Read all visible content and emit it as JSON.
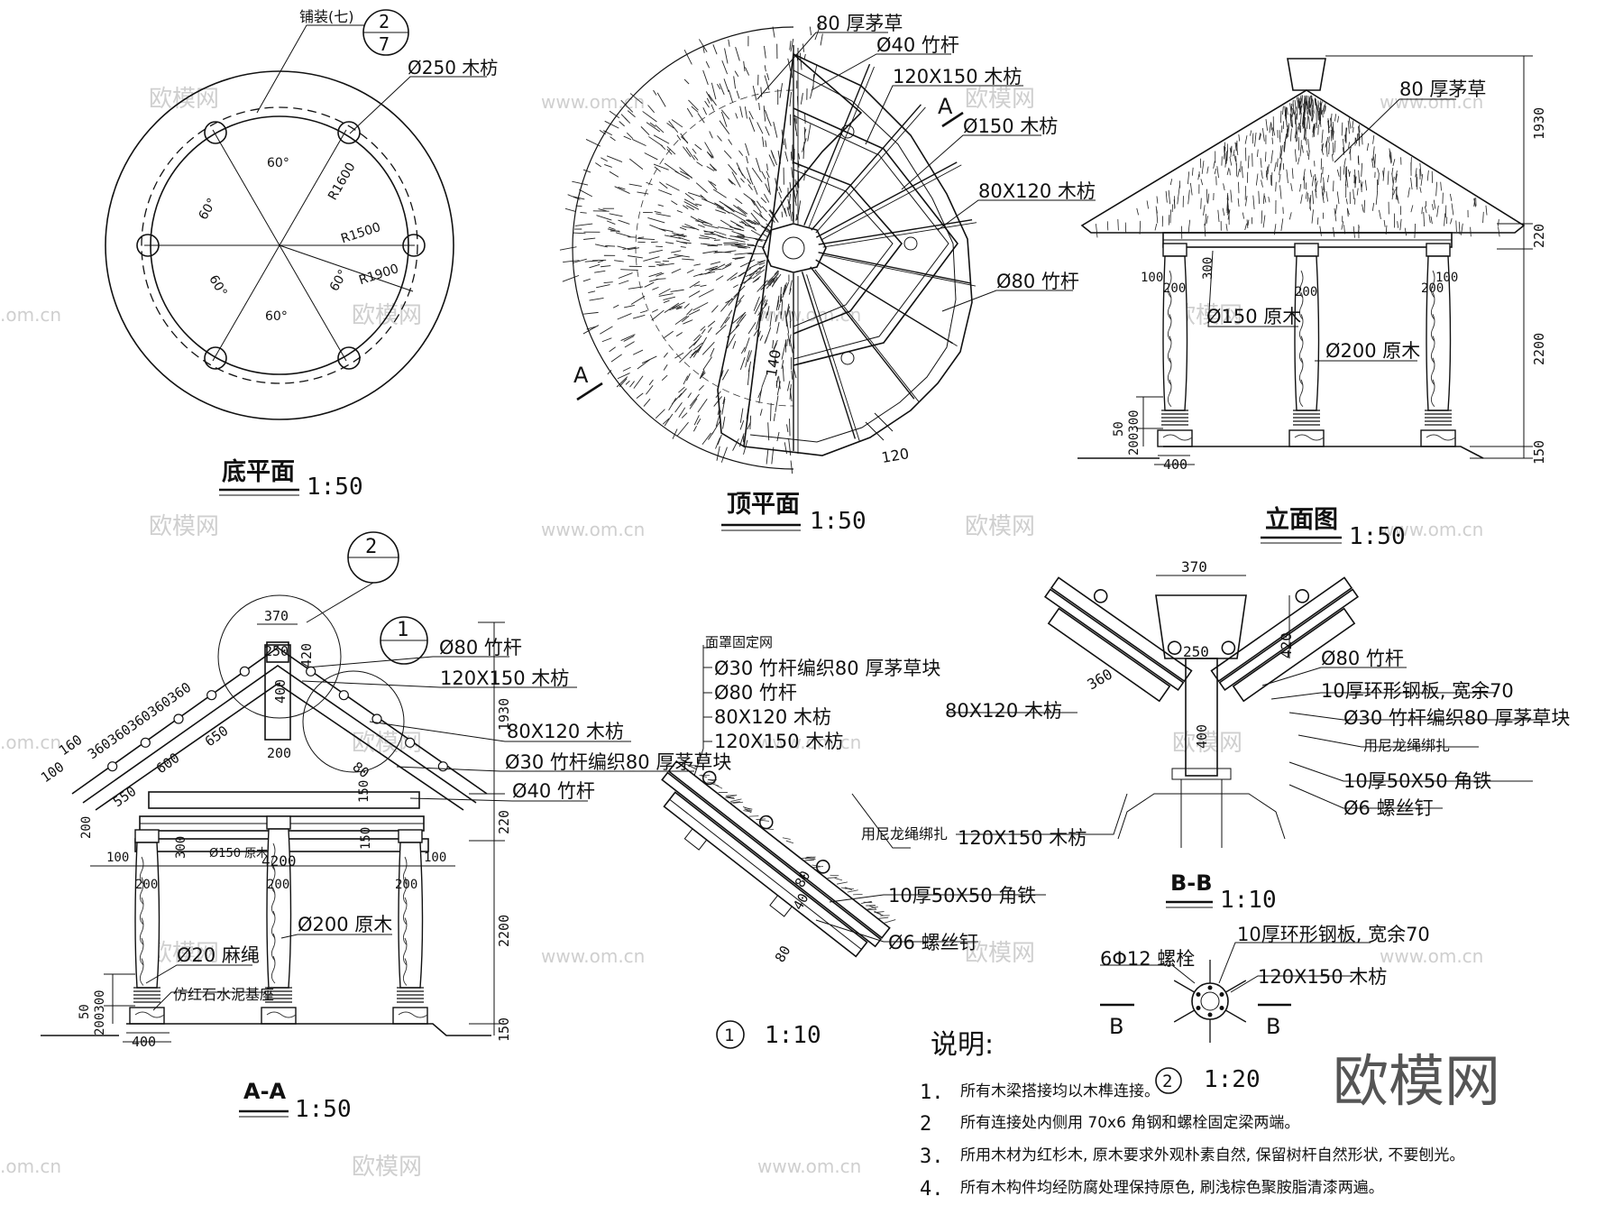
{
  "views": {
    "base_plan": {
      "title": "底平面",
      "scale": "1:50"
    },
    "roof_plan": {
      "title": "顶平面",
      "scale": "1:50"
    },
    "elevation": {
      "title": "立面图",
      "scale": "1:50"
    },
    "section_aa": {
      "title": "A-A",
      "scale": "1:50"
    },
    "detail1": {
      "num": "1",
      "scale": "1:10"
    },
    "section_bb": {
      "title": "B-B",
      "scale": "1:10"
    },
    "detail2": {
      "num": "2",
      "scale": "1:20"
    }
  },
  "base_plan": {
    "paving": "铺装(七)",
    "ref_num": "2",
    "ref_sheet": "7",
    "post": "Ø250 木枋",
    "angle": "60°",
    "r1600": "R1600",
    "r1500": "R1500",
    "r1900": "R1900"
  },
  "roof_plan": {
    "thatch": "80 厚茅草",
    "bamboo40": "Ø40 竹杆",
    "beam": "120X150 木枋",
    "cut": "A",
    "wood150": "Ø150 木枋",
    "beam80": "80X120 木枋",
    "bamboo80": "Ø80 竹杆",
    "dim120": "120",
    "dim140": "140"
  },
  "elevation": {
    "thatch": "80 厚茅草",
    "log150": "Ø150 原木",
    "log200": "Ø200 原木",
    "d1930": "1930",
    "d220": "220",
    "d2200": "2200",
    "d150": "150",
    "d100": "100",
    "d200": "200",
    "d300": "300",
    "d400": "400",
    "d50": "50",
    "d200300": "200300"
  },
  "section_aa": {
    "ref2": "2",
    "ref1": "1",
    "d370": "370",
    "d250": "250",
    "d420": "420",
    "spacing": "360360360360360",
    "d160": "160",
    "d100": "100",
    "d550": "550",
    "d600": "600",
    "d650": "650",
    "d200": "200",
    "d400": "400",
    "d80": "80",
    "d150": "150",
    "d300": "300",
    "d4200": "4200",
    "log150": "Ø150 原木",
    "bamboo80": "Ø80 竹杆",
    "beam120": "120X150 木枋",
    "beam80": "80X120 木枋",
    "weave": "Ø30 竹杆编织80 厚茅草块",
    "bamboo40": "Ø40 竹杆",
    "log200": "Ø200 原木",
    "rope": "Ø20 麻绳",
    "base": "仿红石水泥基座",
    "d1930": "1930",
    "d220": "220",
    "d2200": "2200",
    "d150b": "150",
    "d50": "50",
    "d200300": "200300"
  },
  "detail1": {
    "l1": "面罩固定网",
    "l2": "Ø30 竹杆编织80 厚茅草块",
    "l3": "Ø80 竹杆",
    "l4": "80X120 木枋",
    "l5": "120X150 木枋",
    "rope": "用尼龙绳绑扎",
    "angle": "10厚50X50 角铁",
    "screw": "Ø6 螺丝钉",
    "d40": "40",
    "d80a": "80",
    "d80b": "80"
  },
  "section_bb": {
    "d370": "370",
    "d420": "420",
    "d250": "250",
    "d360": "360",
    "d400": "400",
    "beam80": "80X120 木枋",
    "beam120": "120X150 木枋",
    "bamboo80": "Ø80 竹杆",
    "ring": "10厚环形钢板, 宽余70",
    "weave": "Ø30 竹杆编织80 厚茅草块",
    "rope": "用尼龙绳绑扎",
    "angle": "10厚50X50 角铁",
    "screw": "Ø6 螺丝钉"
  },
  "detail2": {
    "bolt": "6Φ12 螺栓",
    "ring": "10厚环形钢板, 宽余70",
    "beam": "120X150 木枋",
    "cut": "B"
  },
  "notes": {
    "title": "说明:",
    "items": [
      {
        "n": "1.",
        "text": "所有木梁搭接均以木榫连接。"
      },
      {
        "n": "2",
        "text": "所有连接处内侧用 70x6 角钢和螺栓固定梁两端。"
      },
      {
        "n": "3.",
        "text": "所用木材为红杉木, 原木要求外观朴素自然, 保留树杆自然形状, 不要刨光。"
      },
      {
        "n": "4.",
        "text": "所有木构件均经防腐处理保持原色, 刷浅棕色聚胺脂清漆两遍。"
      }
    ]
  },
  "watermark": {
    "brand": "欧模网",
    "url": "www.om.cn",
    "tail": ".om.cn"
  }
}
